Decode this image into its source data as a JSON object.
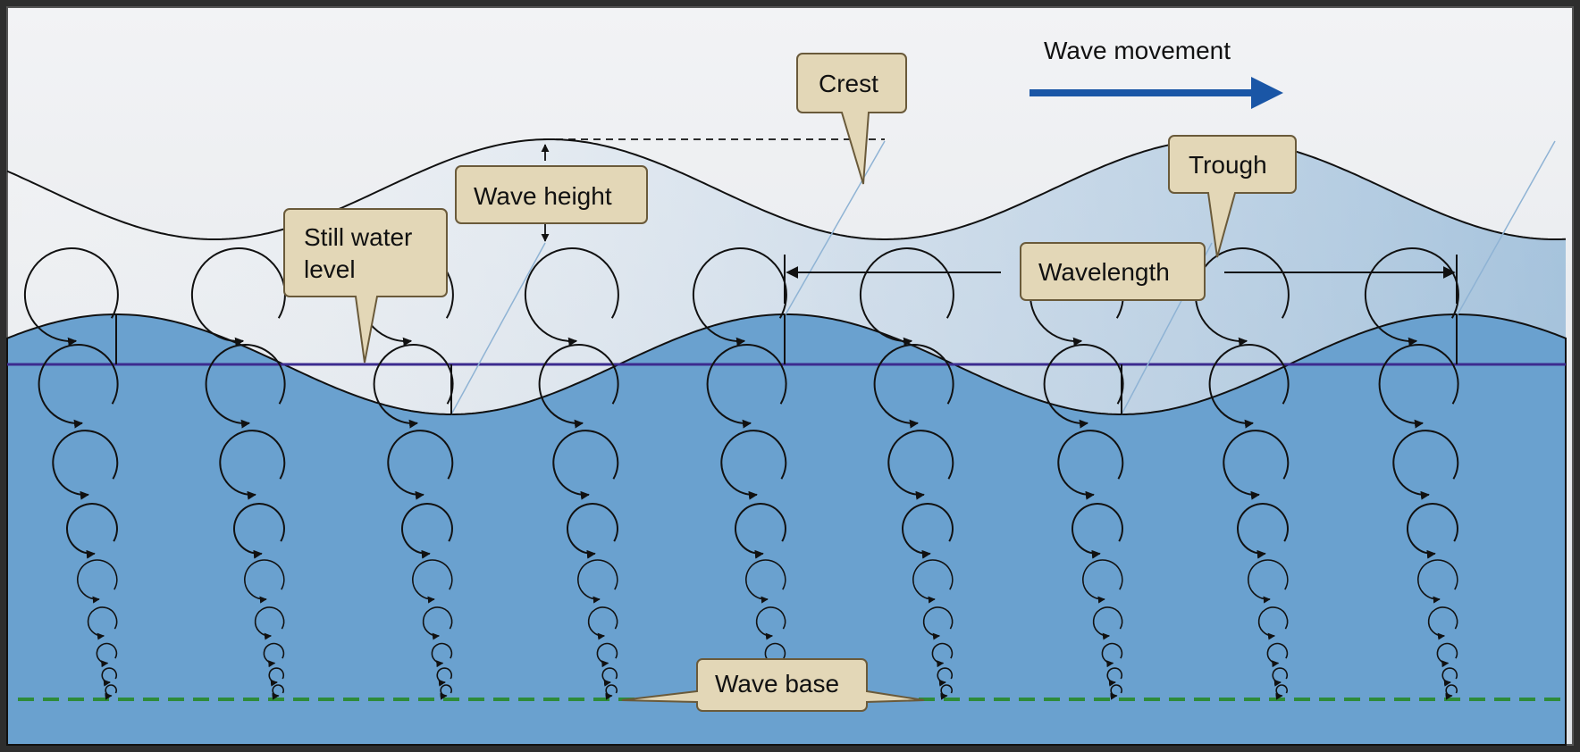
{
  "labels": {
    "wave_movement": "Wave movement",
    "crest": "Crest",
    "trough": "Trough",
    "wave_height": "Wave height",
    "still_water_line1": "Still water",
    "still_water_line2": "level",
    "wavelength": "Wavelength",
    "wave_base": "Wave base"
  },
  "colors": {
    "water": "#6aa1cf",
    "sky": "#e8eaee",
    "still_water_line": "#3c2b8f",
    "wave_base_line": "#2e8b3a",
    "movement_arrow": "#1a56a6",
    "callout_fill": "#e3d7b7",
    "callout_stroke": "#6a5a3a"
  }
}
